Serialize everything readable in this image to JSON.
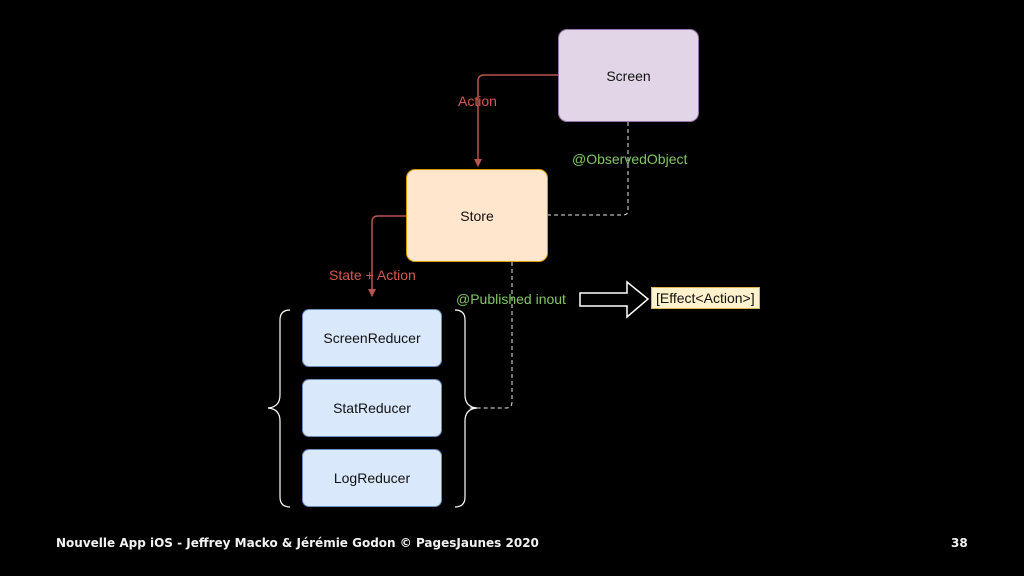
{
  "nodes": {
    "screen": "Screen",
    "store": "Store",
    "reducers": [
      "ScreenReducer",
      "StatReducer",
      "LogReducer"
    ],
    "effect": "[Effect<Action>]"
  },
  "edges": {
    "action": "Action",
    "observed_object": "@ObservedObject",
    "state_action": "State + Action",
    "published_inout": "@Published inout"
  },
  "colors": {
    "screen_fill": "#e1d5e7",
    "store_fill": "#ffe6cc",
    "reducer_fill": "#dae8fc",
    "effect_fill": "#fff2cc",
    "arrow_red": "#b85450",
    "label_red": "#d9564f",
    "label_green": "#82c463"
  },
  "footer": {
    "title": "Nouvelle App iOS - Jeffrey Macko & Jérémie Godon © PagesJaunes 2020",
    "page": "38"
  }
}
